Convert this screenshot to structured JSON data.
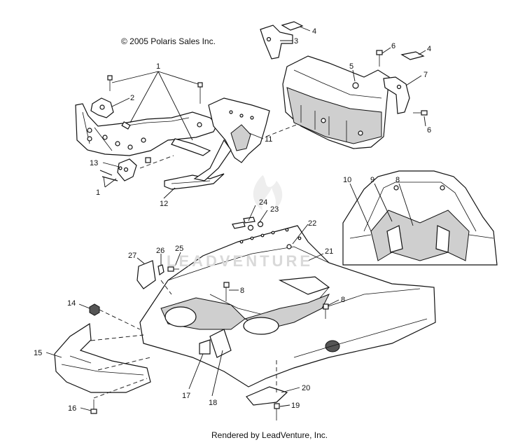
{
  "copyright": "© 2005 Polaris Sales Inc.",
  "footer": "Rendered by LeadVenture, Inc.",
  "watermark": "LEADVENTURE",
  "callouts": {
    "c1a": "1",
    "c1b": "1",
    "c2": "2",
    "c3": "3",
    "c4a": "4",
    "c4b": "4",
    "c5": "5",
    "c6a": "6",
    "c6b": "6",
    "c7": "7",
    "c8a": "8",
    "c8b": "8",
    "c8c": "8",
    "c9": "9",
    "c10": "10",
    "c11": "11",
    "c12": "12",
    "c13": "13",
    "c14": "14",
    "c15": "15",
    "c16": "16",
    "c17": "17",
    "c18": "18",
    "c19": "19",
    "c20": "20",
    "c21": "21",
    "c22": "22",
    "c23": "23",
    "c24": "24",
    "c25": "25",
    "c26": "26",
    "c27": "27"
  }
}
